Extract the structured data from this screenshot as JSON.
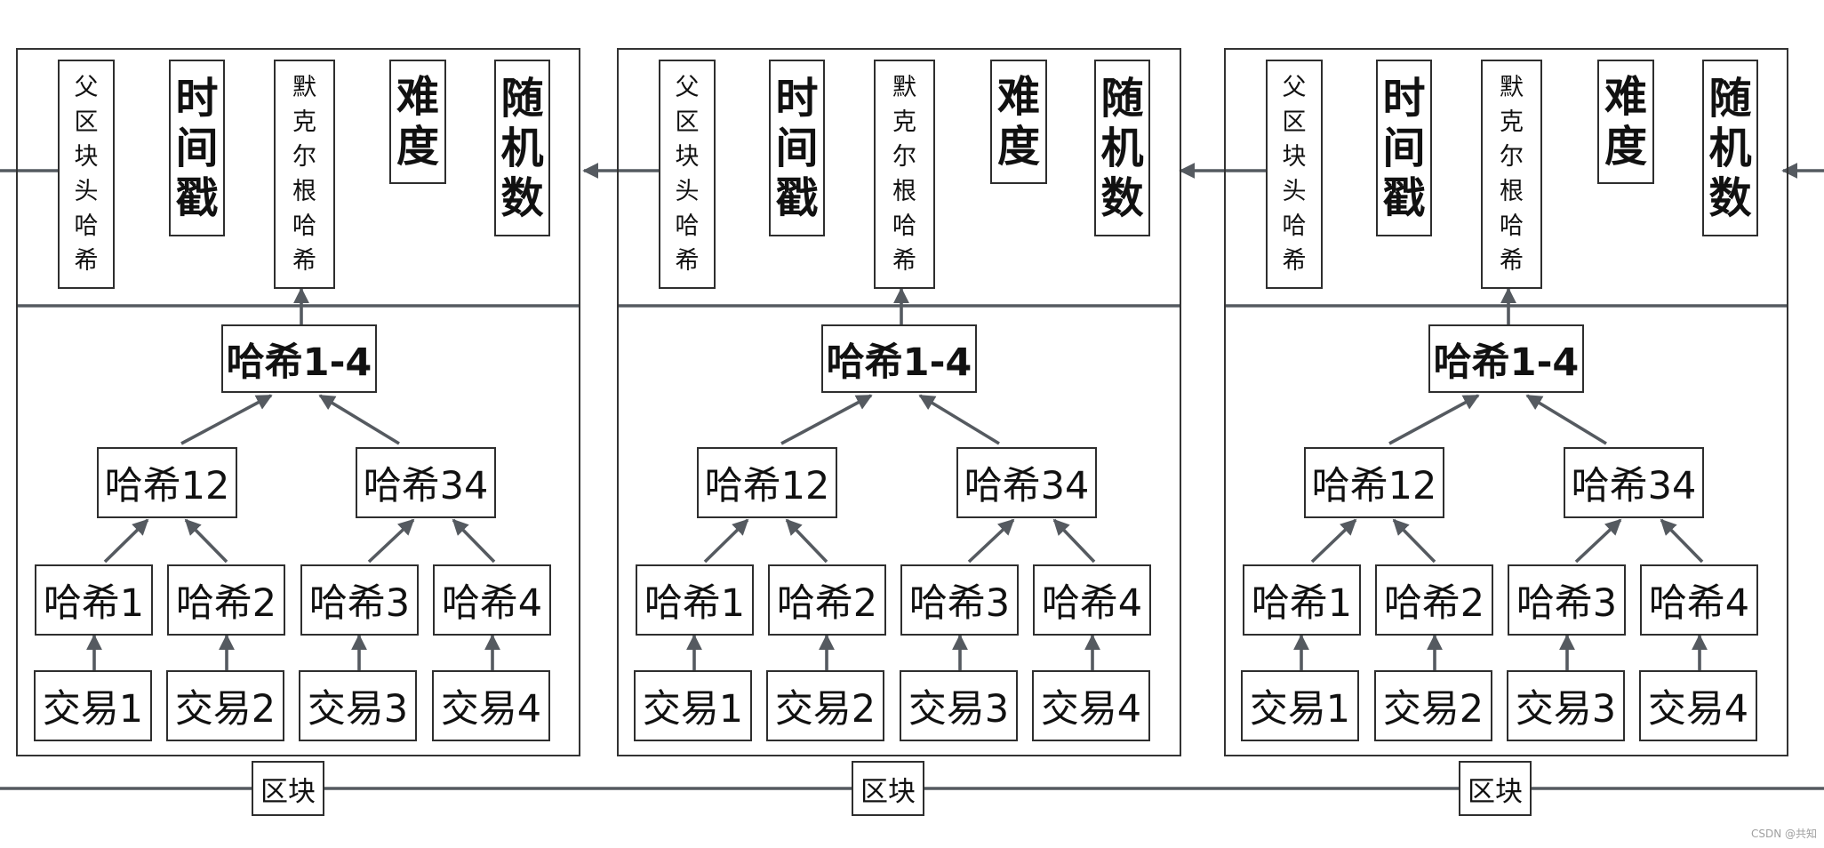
{
  "blocks": [
    {
      "header": {
        "parent_hash": "父区块头哈希",
        "timestamp": "时间戳",
        "merkle_root": "默克尔根哈希",
        "difficulty": "难度",
        "nonce": "随机数"
      },
      "root": "哈希1-4",
      "mid": [
        "哈希12",
        "哈希34"
      ],
      "leaves": [
        "哈希1",
        "哈希2",
        "哈希3",
        "哈希4"
      ],
      "transactions": [
        "交易1",
        "交易2",
        "交易3",
        "交易4"
      ],
      "label": "区块"
    },
    {
      "header": {
        "parent_hash": "父区块头哈希",
        "timestamp": "时间戳",
        "merkle_root": "默克尔根哈希",
        "difficulty": "难度",
        "nonce": "随机数"
      },
      "root": "哈希1-4",
      "mid": [
        "哈希12",
        "哈希34"
      ],
      "leaves": [
        "哈希1",
        "哈希2",
        "哈希3",
        "哈希4"
      ],
      "transactions": [
        "交易1",
        "交易2",
        "交易3",
        "交易4"
      ],
      "label": "区块"
    },
    {
      "header": {
        "parent_hash": "父区块头哈希",
        "timestamp": "时间戳",
        "merkle_root": "默克尔根哈希",
        "difficulty": "难度",
        "nonce": "随机数"
      },
      "root": "哈希1-4",
      "mid": [
        "哈希12",
        "哈希34"
      ],
      "leaves": [
        "哈希1",
        "哈希2",
        "哈希3",
        "哈希4"
      ],
      "transactions": [
        "交易1",
        "交易2",
        "交易3",
        "交易4"
      ],
      "label": "区块"
    }
  ],
  "watermark": "CSDN @共知"
}
